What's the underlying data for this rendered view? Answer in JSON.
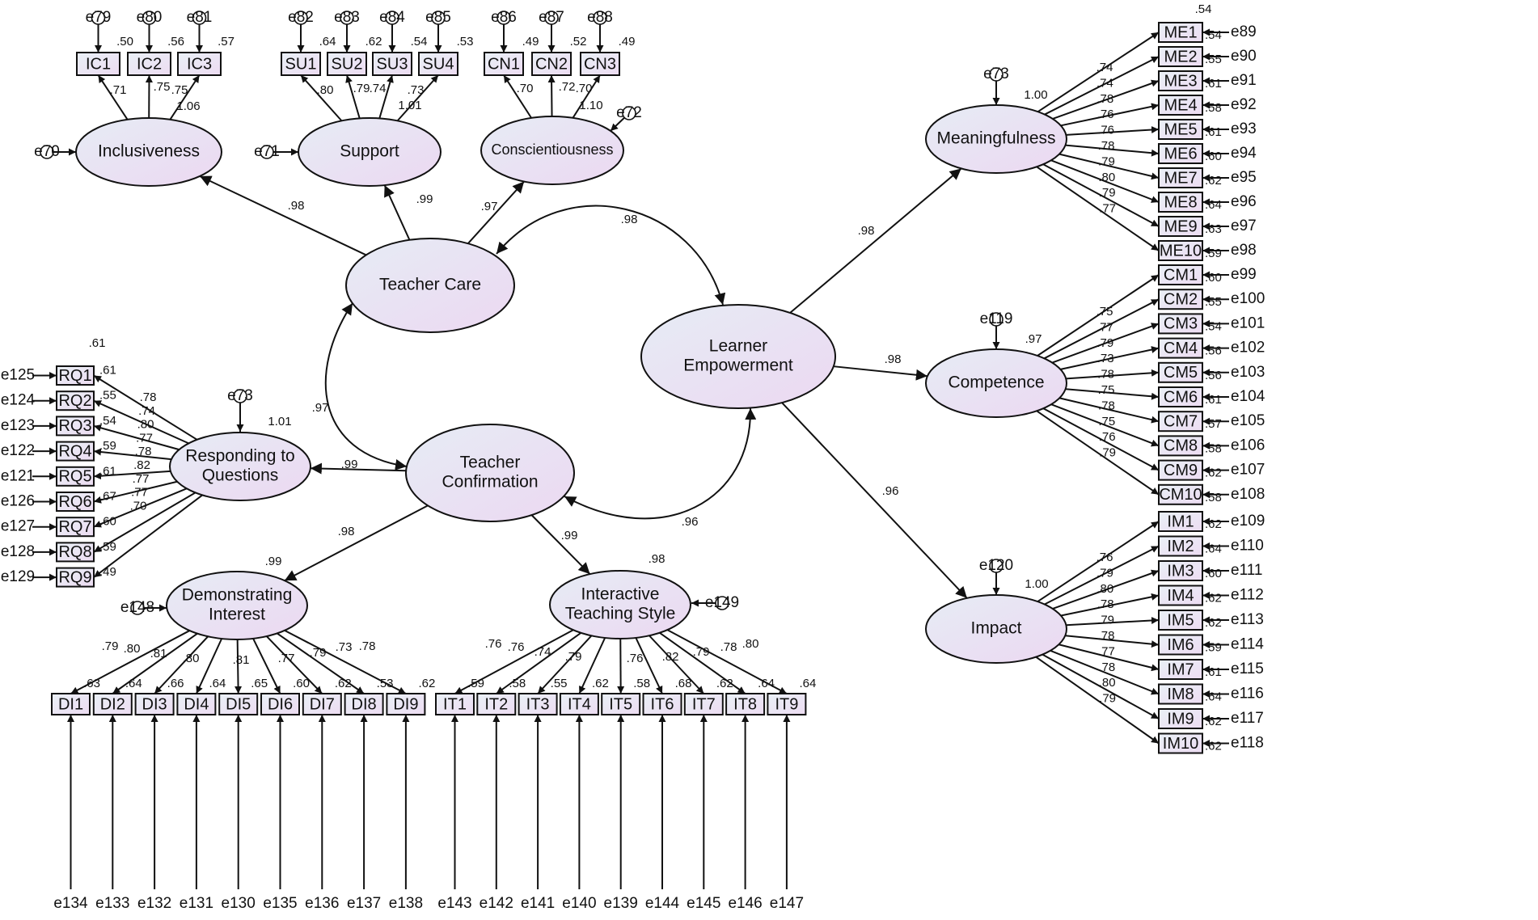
{
  "latents": {
    "inclusiveness": [
      "Inclusiveness"
    ],
    "support": [
      "Support"
    ],
    "conscientiousness": [
      "Conscientiousness"
    ],
    "teacher_care": [
      "Teacher Care"
    ],
    "learner_empowerment": [
      "Learner",
      "Empowerment"
    ],
    "teacher_confirmation": [
      "Teacher",
      "Confirmation"
    ],
    "responding": [
      "Responding to",
      "Questions"
    ],
    "demonstrating": [
      "Demonstrating",
      "Interest"
    ],
    "interactive": [
      "Interactive",
      "Teaching Style"
    ],
    "meaningfulness": [
      "Meaningfulness"
    ],
    "competence": [
      "Competence"
    ],
    "impact": [
      "Impact"
    ]
  },
  "latent_errors": {
    "inclusiveness": "e70",
    "support": "e71",
    "conscientiousness": "e72",
    "responding": "e73",
    "demonstrating": "e148",
    "interactive": "e149",
    "meaningfulness": "e73",
    "competence": "e119",
    "impact": "e120"
  },
  "r2_latent": {
    "responding": "1.01",
    "demonstrating": ".99",
    "interactive": ".98",
    "meaningfulness": "1.00",
    "competence": ".97",
    "impact": "1.00"
  },
  "structural": {
    "tc_inclusiveness": ".98",
    "tc_support": ".99",
    "tc_conscientiousness": ".97",
    "tc_le": ".98",
    "tc_tconf": ".97",
    "tconf_le": ".96",
    "tconf_responding": ".99",
    "tconf_demonstrating": ".98",
    "tconf_interactive": ".99",
    "le_meaningfulness": ".98",
    "le_competence": ".98",
    "le_impact": ".96"
  },
  "groups": {
    "ic": {
      "items": [
        "IC1",
        "IC2",
        "IC3"
      ],
      "errors": [
        "e79",
        "e80",
        "e81"
      ],
      "r2": [
        ".50",
        ".56",
        ".57"
      ],
      "loadings": [
        ".71",
        ".75",
        ".75"
      ],
      "extra": "1.06"
    },
    "su": {
      "items": [
        "SU1",
        "SU2",
        "SU3",
        "SU4"
      ],
      "errors": [
        "e82",
        "e83",
        "e84",
        "e85"
      ],
      "r2": [
        ".64",
        ".62",
        ".54",
        ".53"
      ],
      "loadings": [
        ".80",
        ".79",
        ".74",
        ".73"
      ],
      "extra": "1.01"
    },
    "cn": {
      "items": [
        "CN1",
        "CN2",
        "CN3"
      ],
      "errors": [
        "e86",
        "e87",
        "e88"
      ],
      "r2": [
        ".49",
        ".52",
        ".49"
      ],
      "loadings": [
        ".70",
        ".72",
        ".70"
      ],
      "extra": "1.10"
    },
    "rq": {
      "items": [
        "RQ1",
        "RQ2",
        "RQ3",
        "RQ4",
        "RQ5",
        "RQ6",
        "RQ7",
        "RQ8",
        "RQ9"
      ],
      "errors": [
        "e125",
        "e124",
        "e123",
        "e122",
        "e121",
        "e126",
        "e127",
        "e128",
        "e129"
      ],
      "r2": [
        ".61",
        ".55",
        ".54",
        ".59",
        ".61",
        ".67",
        ".60",
        ".59",
        ".49"
      ],
      "loadings": [
        ".78",
        ".74",
        ".80",
        ".77",
        ".78",
        ".82",
        ".77",
        ".77",
        ".70"
      ]
    },
    "di": {
      "items": [
        "DI1",
        "DI2",
        "DI3",
        "DI4",
        "DI5",
        "DI6",
        "DI7",
        "DI8",
        "DI9"
      ],
      "errors": [
        "e134",
        "e133",
        "e132",
        "e131",
        "e130",
        "e135",
        "e136",
        "e137",
        "e138"
      ],
      "r2": [
        ".63",
        ".64",
        ".66",
        ".64",
        ".65",
        ".60",
        ".62",
        ".53",
        ".62"
      ],
      "loadings": [
        ".79",
        ".80",
        ".81",
        ".80",
        ".81",
        ".77",
        ".79",
        ".73",
        ".78"
      ]
    },
    "it": {
      "items": [
        "IT1",
        "IT2",
        "IT3",
        "IT4",
        "IT5",
        "IT6",
        "IT7",
        "IT8",
        "IT9"
      ],
      "errors": [
        "e143",
        "e142",
        "e141",
        "e140",
        "e139",
        "e144",
        "e145",
        "e146",
        "e147"
      ],
      "r2": [
        ".59",
        ".58",
        ".55",
        ".62",
        ".58",
        ".68",
        ".62",
        ".64",
        ".64"
      ],
      "loadings": [
        ".76",
        ".76",
        ".74",
        ".79",
        ".76",
        ".82",
        ".79",
        ".78",
        ".80"
      ]
    },
    "me": {
      "items": [
        "ME1",
        "ME2",
        "ME3",
        "ME4",
        "ME5",
        "ME6",
        "ME7",
        "ME8",
        "ME9",
        "ME10"
      ],
      "errors": [
        "e89",
        "e90",
        "e91",
        "e92",
        "e93",
        "e94",
        "e95",
        "e96",
        "e97",
        "e98"
      ],
      "r2": [
        ".54",
        ".55",
        ".61",
        ".58",
        ".61",
        ".60",
        ".62",
        ".64",
        ".63",
        ".59"
      ],
      "loadings": [
        ".74",
        ".74",
        ".78",
        ".76",
        ".76",
        ".78",
        ".79",
        ".80",
        ".79",
        ".77"
      ],
      "r2_shown": ".54"
    },
    "cm": {
      "items": [
        "CM1",
        "CM2",
        "CM3",
        "CM4",
        "CM5",
        "CM6",
        "CM7",
        "CM8",
        "CM9",
        "CM10"
      ],
      "errors": [
        "e99",
        "e100",
        "e101",
        "e102",
        "e103",
        "e104",
        "e105",
        "e106",
        "e107",
        "e108"
      ],
      "r2": [
        ".60",
        ".55",
        ".54",
        ".56",
        ".56",
        ".61",
        ".57",
        ".58",
        ".62",
        ".58"
      ],
      "loadings": [
        ".75",
        ".77",
        ".79",
        ".73",
        ".78",
        ".75",
        ".78",
        ".75",
        ".76",
        ".79"
      ]
    },
    "im": {
      "items": [
        "IM1",
        "IM2",
        "IM3",
        "IM4",
        "IM5",
        "IM6",
        "IM7",
        "IM8",
        "IM9",
        "IM10"
      ],
      "errors": [
        "e109",
        "e110",
        "e111",
        "e112",
        "e113",
        "e114",
        "e115",
        "e116",
        "e117",
        "e118"
      ],
      "r2": [
        ".62",
        ".64",
        ".60",
        ".62",
        ".62",
        ".59",
        ".61",
        ".64",
        ".62",
        ".62"
      ],
      "loadings": [
        ".76",
        ".79",
        ".80",
        ".78",
        ".79",
        ".78",
        ".77",
        ".78",
        ".80",
        ".79"
      ]
    }
  }
}
